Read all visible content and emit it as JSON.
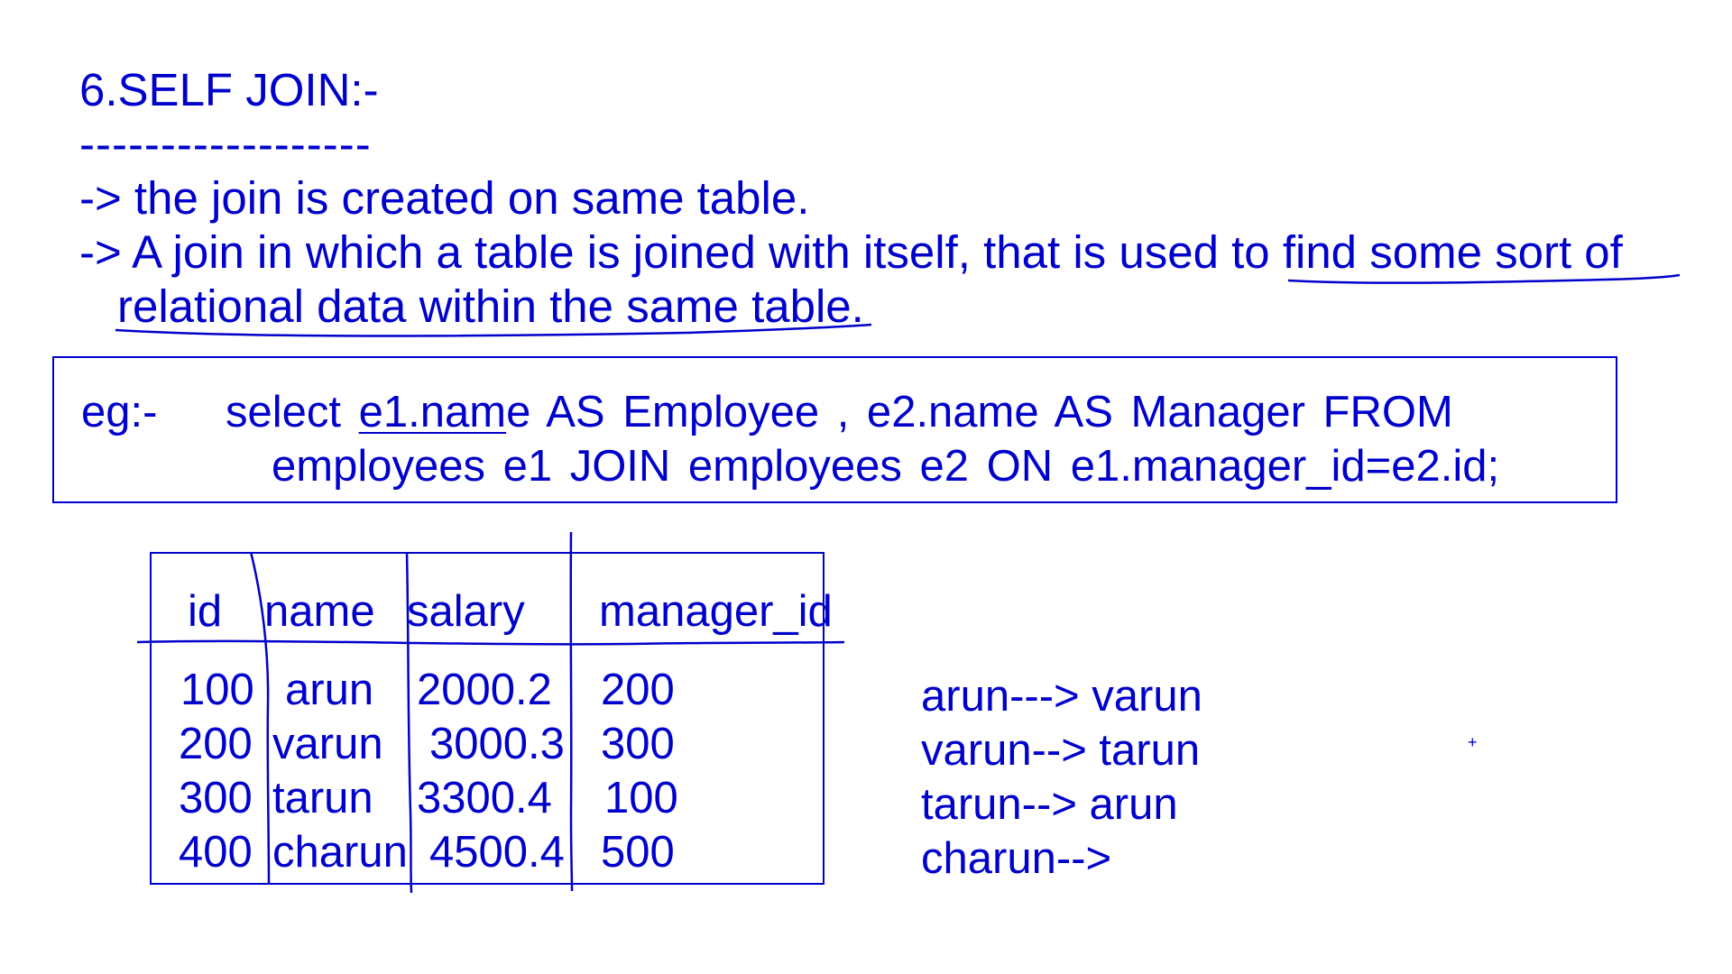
{
  "heading": "6.SELF JOIN:-",
  "divider": "------------------",
  "bullets": [
    "-> the join is created on same table.",
    "-> A join in which a table is joined with itself, that is used to find some sort of",
    "relational data within the same table."
  ],
  "example": {
    "label": "eg:-",
    "sql_line1": {
      "pre": "select  ",
      "underlined": "e1.nam",
      "post": "e  AS Employee  ,  e2.name AS Manager   FROM"
    },
    "sql_line2": "employees e1  JOIN  employees e2  ON  e1.manager_id=e2.id;"
  },
  "table": {
    "headers": [
      "id",
      "name",
      "salary",
      "manager_id"
    ],
    "rows": [
      [
        "100",
        "arun",
        "2000.2",
        "200"
      ],
      [
        "200",
        "varun",
        "3000.3",
        "300"
      ],
      [
        "300",
        "tarun",
        "3300.4",
        "100"
      ],
      [
        "400",
        "charun",
        "4500.4",
        "500"
      ]
    ]
  },
  "relations": [
    "arun---> varun",
    "varun--> tarun",
    "tarun--> arun",
    "charun-->"
  ],
  "plus_mark": "+",
  "ink_color": "#0000cc"
}
